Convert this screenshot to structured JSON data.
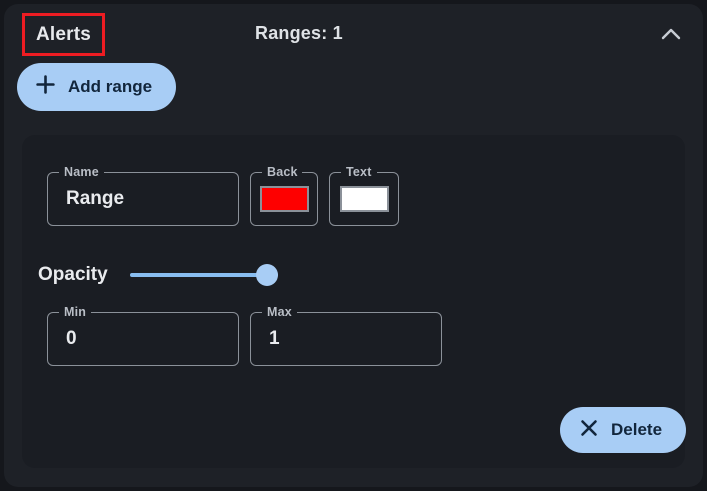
{
  "panel": {
    "title": "Alerts",
    "ranges_summary": "Ranges: 1",
    "collapse_icon": "chevron-up-icon",
    "highlight_color": "#ee1c22",
    "accent_color": "#a8cdf5",
    "panel_background": "#1e2127",
    "card_background": "#1a1d23"
  },
  "actions": {
    "add_range_label": "Add range",
    "add_range_icon": "plus-icon",
    "delete_label": "Delete",
    "delete_icon": "close-x-icon"
  },
  "range": {
    "name": {
      "label": "Name",
      "value": "Range"
    },
    "background_color": {
      "label": "Back",
      "swatch_color": "#fe0000"
    },
    "text_color": {
      "label": "Text",
      "swatch_color": "#ffffff"
    },
    "opacity": {
      "label": "Opacity",
      "value": 100,
      "min": 0,
      "max": 100
    },
    "min": {
      "label": "Min",
      "value": "0"
    },
    "max": {
      "label": "Max",
      "value": "1"
    }
  }
}
